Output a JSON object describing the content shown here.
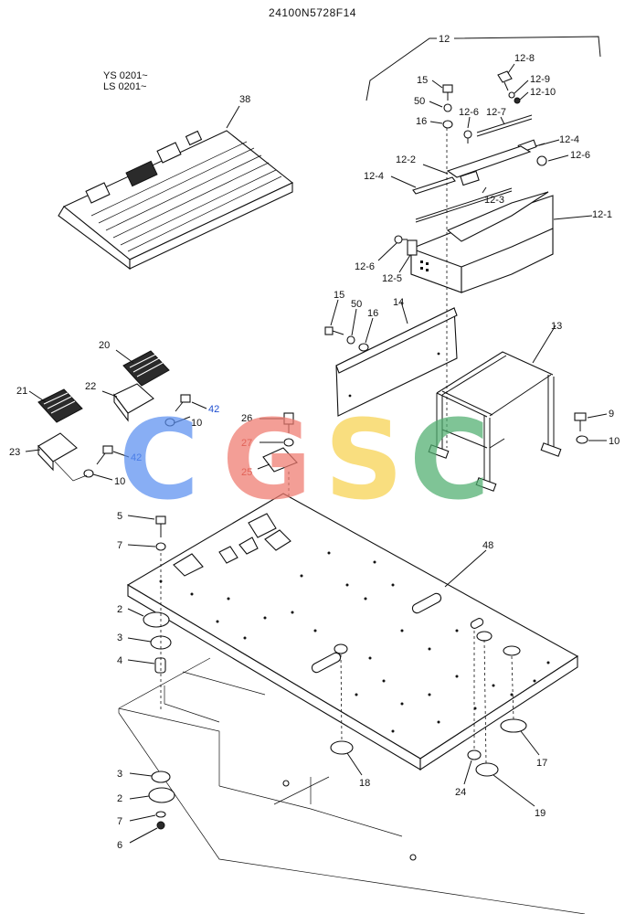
{
  "drawing_number": "24100N5728F14",
  "serial_note_1": "YS 0201~",
  "serial_note_2": "LS 0201~",
  "watermark": {
    "letters": [
      "C",
      "G",
      "S",
      "C"
    ],
    "colors": [
      "#5b8ff0",
      "#ef7a6e",
      "#f7d24e",
      "#4fae6f"
    ]
  },
  "callouts": {
    "c12": "12",
    "c12_8": "12-8",
    "c12_9": "12-9",
    "c12_10": "12-10",
    "c15a": "15",
    "c50a": "50",
    "c16a": "16",
    "c12_6a": "12-6",
    "c12_7": "12-7",
    "c12_4a": "12-4",
    "c12_6b": "12-6",
    "c12_2": "12-2",
    "c12_4b": "12-4",
    "c12_3": "12-3",
    "c12_1": "12-1",
    "c12_6c": "12-6",
    "c12_5": "12-5",
    "c38": "38",
    "c15b": "15",
    "c50b": "50",
    "c16b": "16",
    "c14": "14",
    "c13": "13",
    "c20": "20",
    "c22": "22",
    "c21": "21",
    "c42a": "42",
    "c10a": "10",
    "c23": "23",
    "c42b": "42",
    "c10b": "10",
    "c26": "26",
    "c27": "27",
    "c25": "25",
    "c9": "9",
    "c10c": "10",
    "c5": "5",
    "c7a": "7",
    "c48": "48",
    "c2a": "2",
    "c3a": "3",
    "c4": "4",
    "c17": "17",
    "c18": "18",
    "c24": "24",
    "c19": "19",
    "c3b": "3",
    "c2b": "2",
    "c7b": "7",
    "c6": "6"
  }
}
